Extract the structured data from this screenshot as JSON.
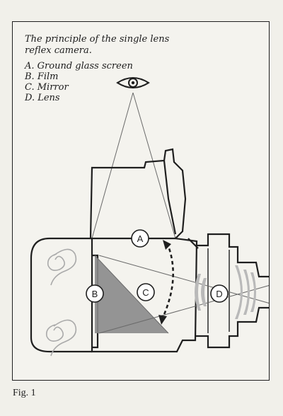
{
  "figure": {
    "title": "The principle of the single lens reflex camera.",
    "legend": [
      "A. Ground glass screen",
      "B. Film",
      "C. Mirror",
      "D. Lens"
    ],
    "fig_label": "Fig. 1"
  },
  "labels": {
    "a": "A",
    "b": "B",
    "c": "C",
    "d": "D"
  },
  "colors": {
    "outline": "#1f1f1f",
    "ray": "#6a6a6a",
    "mirror_fill": "#8a8a8a",
    "lens_element": "#b9b9b9"
  }
}
